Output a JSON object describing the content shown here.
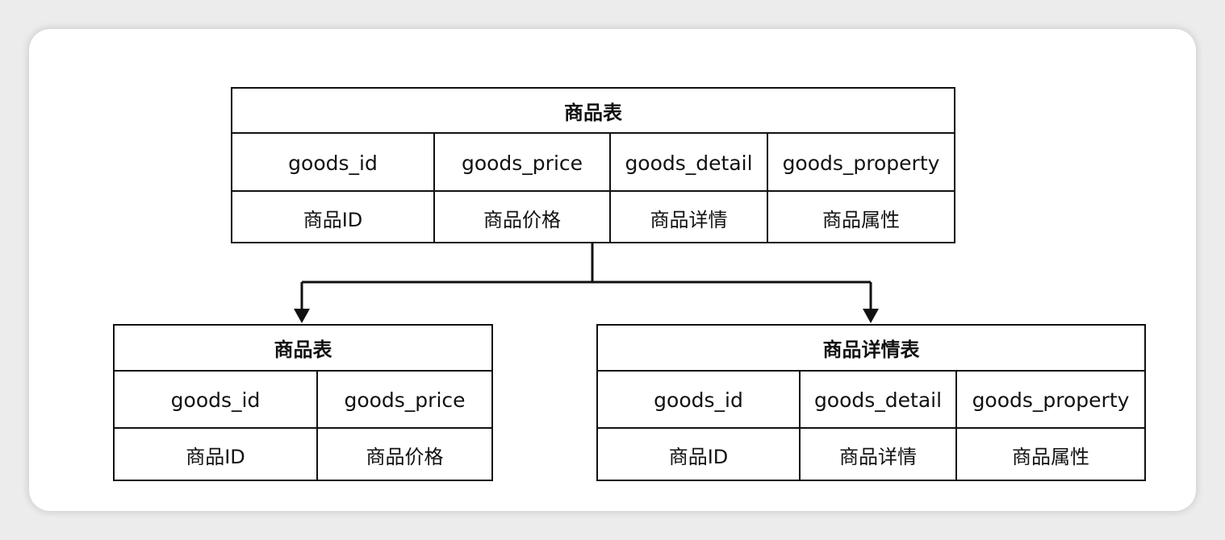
{
  "top_table": {
    "title": "商品表",
    "fields": [
      "goods_id",
      "goods_price",
      "goods_detail",
      "goods_property"
    ],
    "descs": [
      "商品ID",
      "商品价格",
      "商品详情",
      "商品属性"
    ]
  },
  "left_table": {
    "title": "商品表",
    "fields": [
      "goods_id",
      "goods_price"
    ],
    "descs": [
      "商品ID",
      "商品价格"
    ]
  },
  "right_table": {
    "title": "商品详情表",
    "fields": [
      "goods_id",
      "goods_detail",
      "goods_property"
    ],
    "descs": [
      "商品ID",
      "商品详情",
      "商品属性"
    ]
  }
}
